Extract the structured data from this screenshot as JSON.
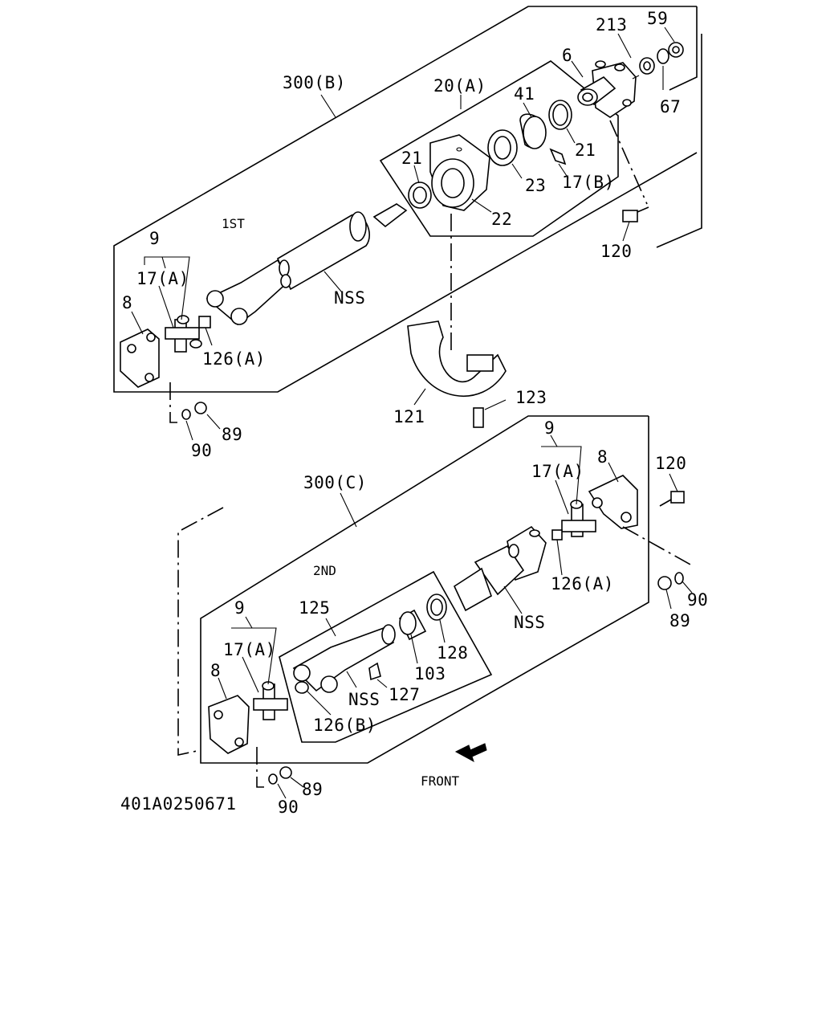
{
  "diagram_id": "401A0250671",
  "shafts": {
    "first": {
      "group_label": "300(B)",
      "position_label": "1ST",
      "center_bearing_label": "20(A)"
    },
    "second": {
      "group_label": "300(C)",
      "position_label": "2ND",
      "slip_yoke_label": "125"
    }
  },
  "callouts": {
    "c213": "213",
    "c59": "59",
    "c6": "6",
    "c67": "67",
    "c41": "41",
    "c21a": "21",
    "c21b": "21",
    "c23": "23",
    "c17b": "17(B)",
    "c22": "22",
    "c120a": "120",
    "c9a": "9",
    "c17a1": "17(A)",
    "c8a": "8",
    "c126a1": "126(A)",
    "cNSS1": "NSS",
    "c121": "121",
    "c123": "123",
    "c89a": "89",
    "c90a": "90",
    "c9b": "9",
    "c17a2": "17(A)",
    "c8b": "8",
    "c120b": "120",
    "c126a2": "126(A)",
    "cNSS2": "NSS",
    "c90b": "90",
    "c89b": "89",
    "c9c": "9",
    "c17a3": "17(A)",
    "c8c": "8",
    "c128": "128",
    "c103": "103",
    "cNSS3": "NSS",
    "c127": "127",
    "c126b": "126(B)",
    "c89c": "89",
    "c90c": "90"
  },
  "front_label": "FRONT"
}
